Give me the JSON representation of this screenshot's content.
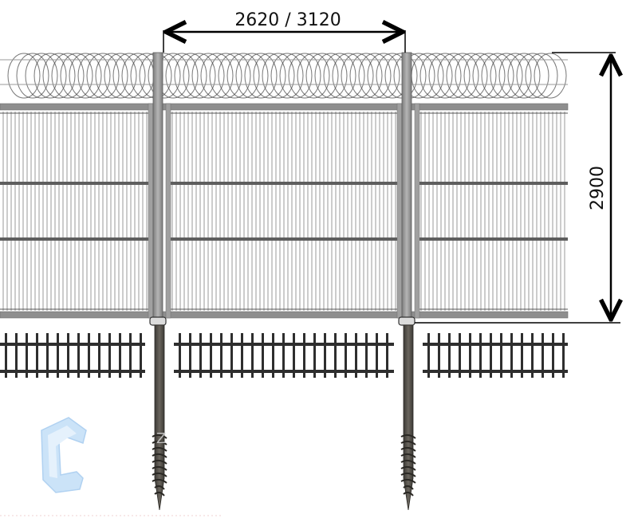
{
  "diagram": {
    "width_label": "2620 / 3120",
    "height_label": "2900",
    "colors": {
      "frame": "#8e8e8e",
      "frame_dark": "#6f6f6f",
      "mesh": "#555555",
      "post": "#8b8b8b",
      "pile": "#4d4a45",
      "ground_fence": "#2e2e2e",
      "razor_wire": "#4a4a4a",
      "dimension": "#000000",
      "logo": "#bcd9f5"
    },
    "icons": [
      "razor-wire-icon",
      "helical-pile-icon",
      "watermark-logo"
    ]
  }
}
